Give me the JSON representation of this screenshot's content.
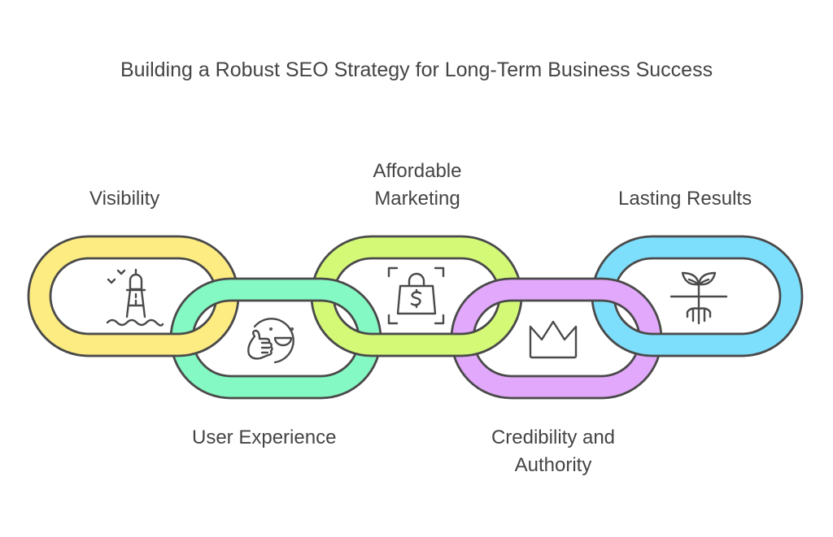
{
  "title": "Building a Robust SEO Strategy for Long-Term Business Success",
  "links": [
    {
      "label": "Visibility",
      "icon": "lighthouse-icon",
      "color": "#FDEC82"
    },
    {
      "label": "User Experience",
      "icon": "smiley-thumbs-up-icon",
      "color": "#84F9C3"
    },
    {
      "label": "Affordable Marketing",
      "icon": "shopping-bag-dollar-icon",
      "color": "#D4F977"
    },
    {
      "label": "Credibility and Authority",
      "icon": "crown-icon",
      "color": "#E2A8FB"
    },
    {
      "label": "Lasting Results",
      "icon": "sprout-roots-icon",
      "color": "#7EDFFD"
    }
  ],
  "stroke_color": "#4A4A4A"
}
